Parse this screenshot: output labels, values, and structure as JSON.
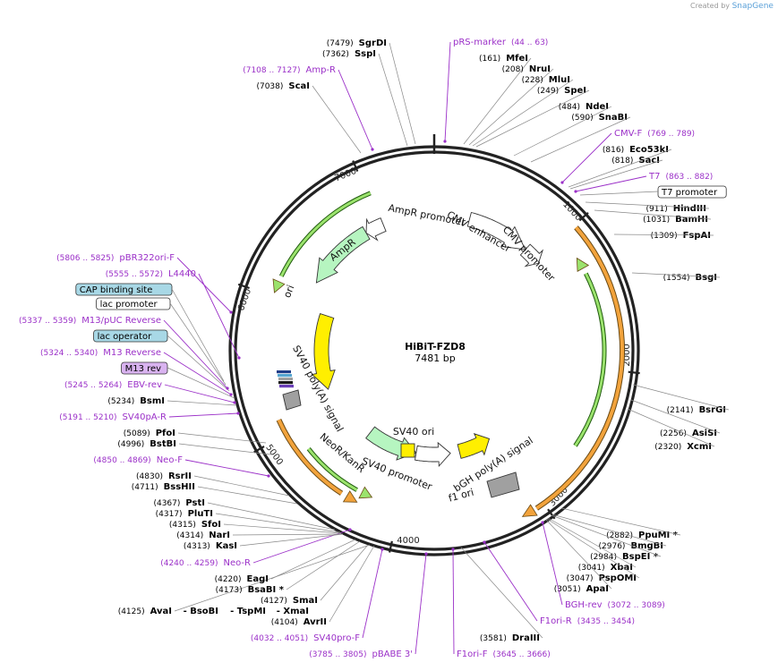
{
  "credit": {
    "prefix": "Created by",
    "brand": "SnapGene"
  },
  "map": {
    "name": "HiBiT-FZD8",
    "length_label": "7481 bp",
    "length": 7481,
    "ticks": [
      "1000",
      "2000",
      "3000",
      "4000",
      "5000",
      "6000",
      "7000"
    ],
    "colors": {
      "enzyme": "#000000",
      "primer": "#9b30c8",
      "amp": "#b6f5c0",
      "ori": "#ffef00",
      "orange": "#f2a33c",
      "green": "#3c9a1e",
      "gray": "#a0a0a0",
      "outline": "#333333"
    },
    "features": [
      {
        "name": "AmpR promoter",
        "label": "AmpR promoter"
      },
      {
        "name": "AmpR",
        "label": "AmpR"
      },
      {
        "name": "ori",
        "label": "ori"
      },
      {
        "name": "CMV enhancer",
        "label": "CMV enhancer"
      },
      {
        "name": "CMV promoter",
        "label": "CMV promoter"
      },
      {
        "name": "SV40 poly(A) signal",
        "label": "SV40 poly(A) signal"
      },
      {
        "name": "NeoR/KanR",
        "label": "NeoR/KanR"
      },
      {
        "name": "SV40 promoter",
        "label": "SV40 promoter"
      },
      {
        "name": "SV40 ori",
        "label": "SV40 ori"
      },
      {
        "name": "f1 ori",
        "label": "f1 ori"
      },
      {
        "name": "bGH poly(A) signal",
        "label": "bGH poly(A) signal"
      }
    ],
    "labels": [
      {
        "name": "SgrDI",
        "pos": "(7479)",
        "kind": "enzyme"
      },
      {
        "name": "SspI",
        "pos": "(7362)",
        "kind": "enzyme"
      },
      {
        "name": "Amp-R",
        "pos": "(7108 .. 7127)",
        "kind": "primer"
      },
      {
        "name": "ScaI",
        "pos": "(7038)",
        "kind": "enzyme"
      },
      {
        "name": "pRS-marker",
        "pos": "(44 .. 63)",
        "kind": "primer"
      },
      {
        "name": "MfeI",
        "pos": "(161)",
        "kind": "enzyme"
      },
      {
        "name": "NruI",
        "pos": "(208)",
        "kind": "enzyme"
      },
      {
        "name": "MluI",
        "pos": "(228)",
        "kind": "enzyme"
      },
      {
        "name": "SpeI",
        "pos": "(249)",
        "kind": "enzyme"
      },
      {
        "name": "NdeI",
        "pos": "(484)",
        "kind": "enzyme"
      },
      {
        "name": "SnaBI",
        "pos": "(590)",
        "kind": "enzyme"
      },
      {
        "name": "CMV-F",
        "pos": "(769 .. 789)",
        "kind": "primer"
      },
      {
        "name": "Eco53kI",
        "pos": "(816)",
        "kind": "enzyme"
      },
      {
        "name": "SacI",
        "pos": "(818)",
        "kind": "enzyme"
      },
      {
        "name": "T7",
        "pos": "(863 .. 882)",
        "kind": "primer"
      },
      {
        "name": "T7 promoter",
        "pos": "",
        "kind": "box-white"
      },
      {
        "name": "HindIII",
        "pos": "(911)",
        "kind": "enzyme"
      },
      {
        "name": "BamHI",
        "pos": "(1031)",
        "kind": "enzyme"
      },
      {
        "name": "FspAI",
        "pos": "(1309)",
        "kind": "enzyme"
      },
      {
        "name": "BsgI",
        "pos": "(1554)",
        "kind": "enzyme"
      },
      {
        "name": "BsrGI",
        "pos": "(2141)",
        "kind": "enzyme"
      },
      {
        "name": "AsiSI",
        "pos": "(2256)",
        "kind": "enzyme"
      },
      {
        "name": "XcmI",
        "pos": "(2320)",
        "kind": "enzyme"
      },
      {
        "name": "PpuMI *",
        "pos": "(2882)",
        "kind": "enzyme"
      },
      {
        "name": "BmgBI",
        "pos": "(2976)",
        "kind": "enzyme"
      },
      {
        "name": "BspEI *",
        "pos": "(2984)",
        "kind": "enzyme"
      },
      {
        "name": "XbaI",
        "pos": "(3041)",
        "kind": "enzyme"
      },
      {
        "name": "PspOMI",
        "pos": "(3047)",
        "kind": "enzyme"
      },
      {
        "name": "ApaI",
        "pos": "(3051)",
        "kind": "enzyme"
      },
      {
        "name": "BGH-rev",
        "pos": "(3072 .. 3089)",
        "kind": "primer"
      },
      {
        "name": "F1ori-R",
        "pos": "(3435 .. 3454)",
        "kind": "primer"
      },
      {
        "name": "DraIII",
        "pos": "(3581)",
        "kind": "enzyme"
      },
      {
        "name": "F1ori-F",
        "pos": "(3645 .. 3666)",
        "kind": "primer"
      },
      {
        "name": "pBABE 3'",
        "pos": "(3785 .. 3805)",
        "kind": "primer"
      },
      {
        "name": "SV40pro-F",
        "pos": "(4032 .. 4051)",
        "kind": "primer"
      },
      {
        "name": "AvrII",
        "pos": "(4104)",
        "kind": "enzyme"
      },
      {
        "name": "AvaI",
        "pos": "(4125)",
        "kind": "enzyme"
      },
      {
        "name": "- BsoBI",
        "pos": "",
        "kind": "enzyme"
      },
      {
        "name": "- TspMI",
        "pos": "",
        "kind": "enzyme"
      },
      {
        "name": "- XmaI",
        "pos": "",
        "kind": "enzyme"
      },
      {
        "name": "SmaI",
        "pos": "(4127)",
        "kind": "enzyme"
      },
      {
        "name": "BsaBI *",
        "pos": "(4173)",
        "kind": "enzyme"
      },
      {
        "name": "EagI",
        "pos": "(4220)",
        "kind": "enzyme"
      },
      {
        "name": "Neo-R",
        "pos": "(4240 .. 4259)",
        "kind": "primer"
      },
      {
        "name": "KasI",
        "pos": "(4313)",
        "kind": "enzyme"
      },
      {
        "name": "NarI",
        "pos": "(4314)",
        "kind": "enzyme"
      },
      {
        "name": "SfoI",
        "pos": "(4315)",
        "kind": "enzyme"
      },
      {
        "name": "PluTI",
        "pos": "(4317)",
        "kind": "enzyme"
      },
      {
        "name": "PstI",
        "pos": "(4367)",
        "kind": "enzyme"
      },
      {
        "name": "BssHII",
        "pos": "(4711)",
        "kind": "enzyme"
      },
      {
        "name": "RsrII",
        "pos": "(4830)",
        "kind": "enzyme"
      },
      {
        "name": "Neo-F",
        "pos": "(4850 .. 4869)",
        "kind": "primer"
      },
      {
        "name": "BstBI",
        "pos": "(4996)",
        "kind": "enzyme"
      },
      {
        "name": "PfoI",
        "pos": "(5089)",
        "kind": "enzyme"
      },
      {
        "name": "SV40pA-R",
        "pos": "(5191 .. 5210)",
        "kind": "primer"
      },
      {
        "name": "BsmI",
        "pos": "(5234)",
        "kind": "enzyme"
      },
      {
        "name": "EBV-rev",
        "pos": "(5245 .. 5264)",
        "kind": "primer"
      },
      {
        "name": "M13 rev",
        "pos": "",
        "kind": "box-purple"
      },
      {
        "name": "M13 Reverse",
        "pos": "(5324 .. 5340)",
        "kind": "primer"
      },
      {
        "name": "lac operator",
        "pos": "",
        "kind": "box-teal"
      },
      {
        "name": "M13/pUC Reverse",
        "pos": "(5337 .. 5359)",
        "kind": "primer"
      },
      {
        "name": "lac promoter",
        "pos": "",
        "kind": "box-white"
      },
      {
        "name": "CAP binding site",
        "pos": "",
        "kind": "box-teal"
      },
      {
        "name": "L4440",
        "pos": "(5555 .. 5572)",
        "kind": "primer"
      },
      {
        "name": "pBR322ori-F",
        "pos": "(5806 .. 5825)",
        "kind": "primer"
      }
    ]
  }
}
